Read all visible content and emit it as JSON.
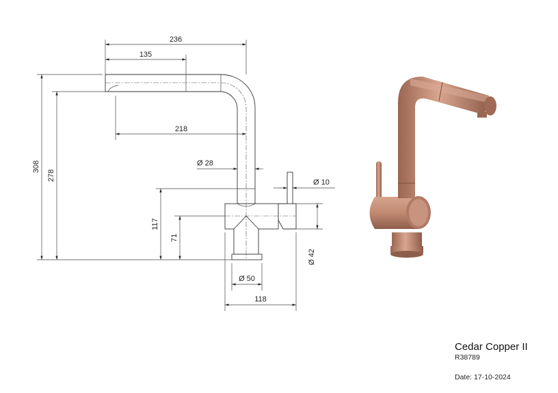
{
  "product": {
    "name": "Cedar Copper II",
    "code": "R38789",
    "date": "Date: 17-10-2024"
  },
  "dimensions": {
    "overall_reach": "236",
    "pullout_length": "135",
    "spout_reach": "218",
    "total_height": "308",
    "spout_height": "278",
    "lever_height": "117",
    "body_axis_height": "71",
    "pipe_diameter": "Ø 28",
    "lever_diameter": "Ø 10",
    "body_diameter": "Ø 42",
    "base_diameter": "Ø 50",
    "body_width": "118"
  },
  "colors": {
    "copper": "#c08a72",
    "copper_dark": "#9a6652",
    "copper_light": "#e2b8a4"
  }
}
